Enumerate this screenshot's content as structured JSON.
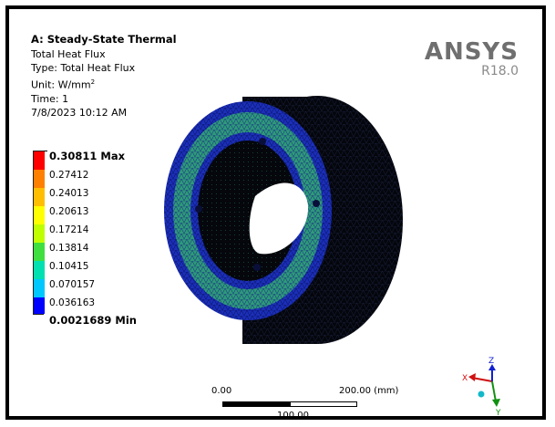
{
  "info": {
    "title": "A: Steady-State Thermal",
    "result": "Total Heat Flux",
    "type": "Type: Total Heat Flux",
    "unit_prefix": "Unit: W/mm",
    "unit_exp": "2",
    "time": "Time: 1",
    "date": "7/8/2023 10:12 AM"
  },
  "brand": {
    "name": "ANSYS",
    "version": "R18.0"
  },
  "legend": {
    "labels": [
      "0.30811 Max",
      "0.27412",
      "0.24013",
      "0.20613",
      "0.17214",
      "0.13814",
      "0.10415",
      "0.070157",
      "0.036163",
      "0.0021689 Min"
    ],
    "colors": [
      "#ff0000",
      "#ff7f00",
      "#ffbf00",
      "#ffff00",
      "#bfff00",
      "#3fdf3f",
      "#00e0b0",
      "#00c8ff",
      "#3f7fff",
      "#0000ff"
    ]
  },
  "scale_bar": {
    "start": "0.00",
    "end": "200.00 (mm)",
    "mid": "100.00"
  },
  "triad": {
    "x": "X",
    "y": "Y",
    "z": "Z"
  }
}
